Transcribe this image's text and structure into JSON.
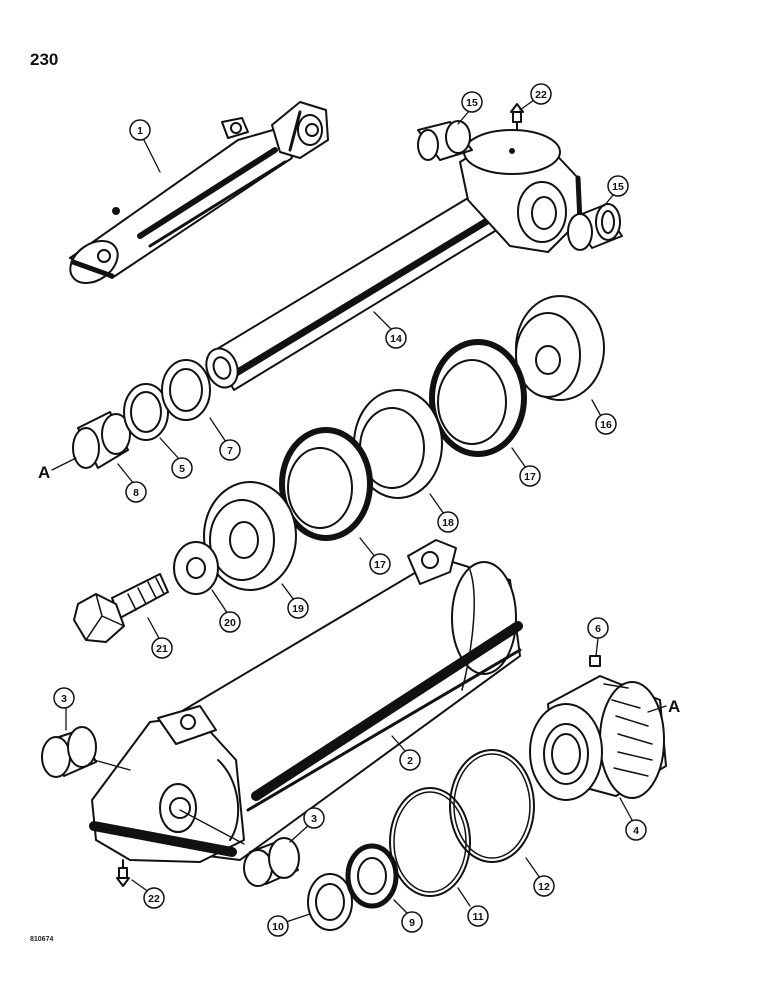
{
  "page_number": "230",
  "drawing_number": "810674",
  "reference_letter": "A",
  "callouts": {
    "c1": "1",
    "c2": "2",
    "c3a": "3",
    "c3b": "3",
    "c4": "4",
    "c5": "5",
    "c6": "6",
    "c7": "7",
    "c8": "8",
    "c9": "9",
    "c10": "10",
    "c11": "11",
    "c12": "12",
    "c14": "14",
    "c15a": "15",
    "c15b": "15",
    "c16": "16",
    "c17a": "17",
    "c17b": "17",
    "c18": "18",
    "c19": "19",
    "c20": "20",
    "c21": "21",
    "c22a": "22",
    "c22b": "22"
  }
}
